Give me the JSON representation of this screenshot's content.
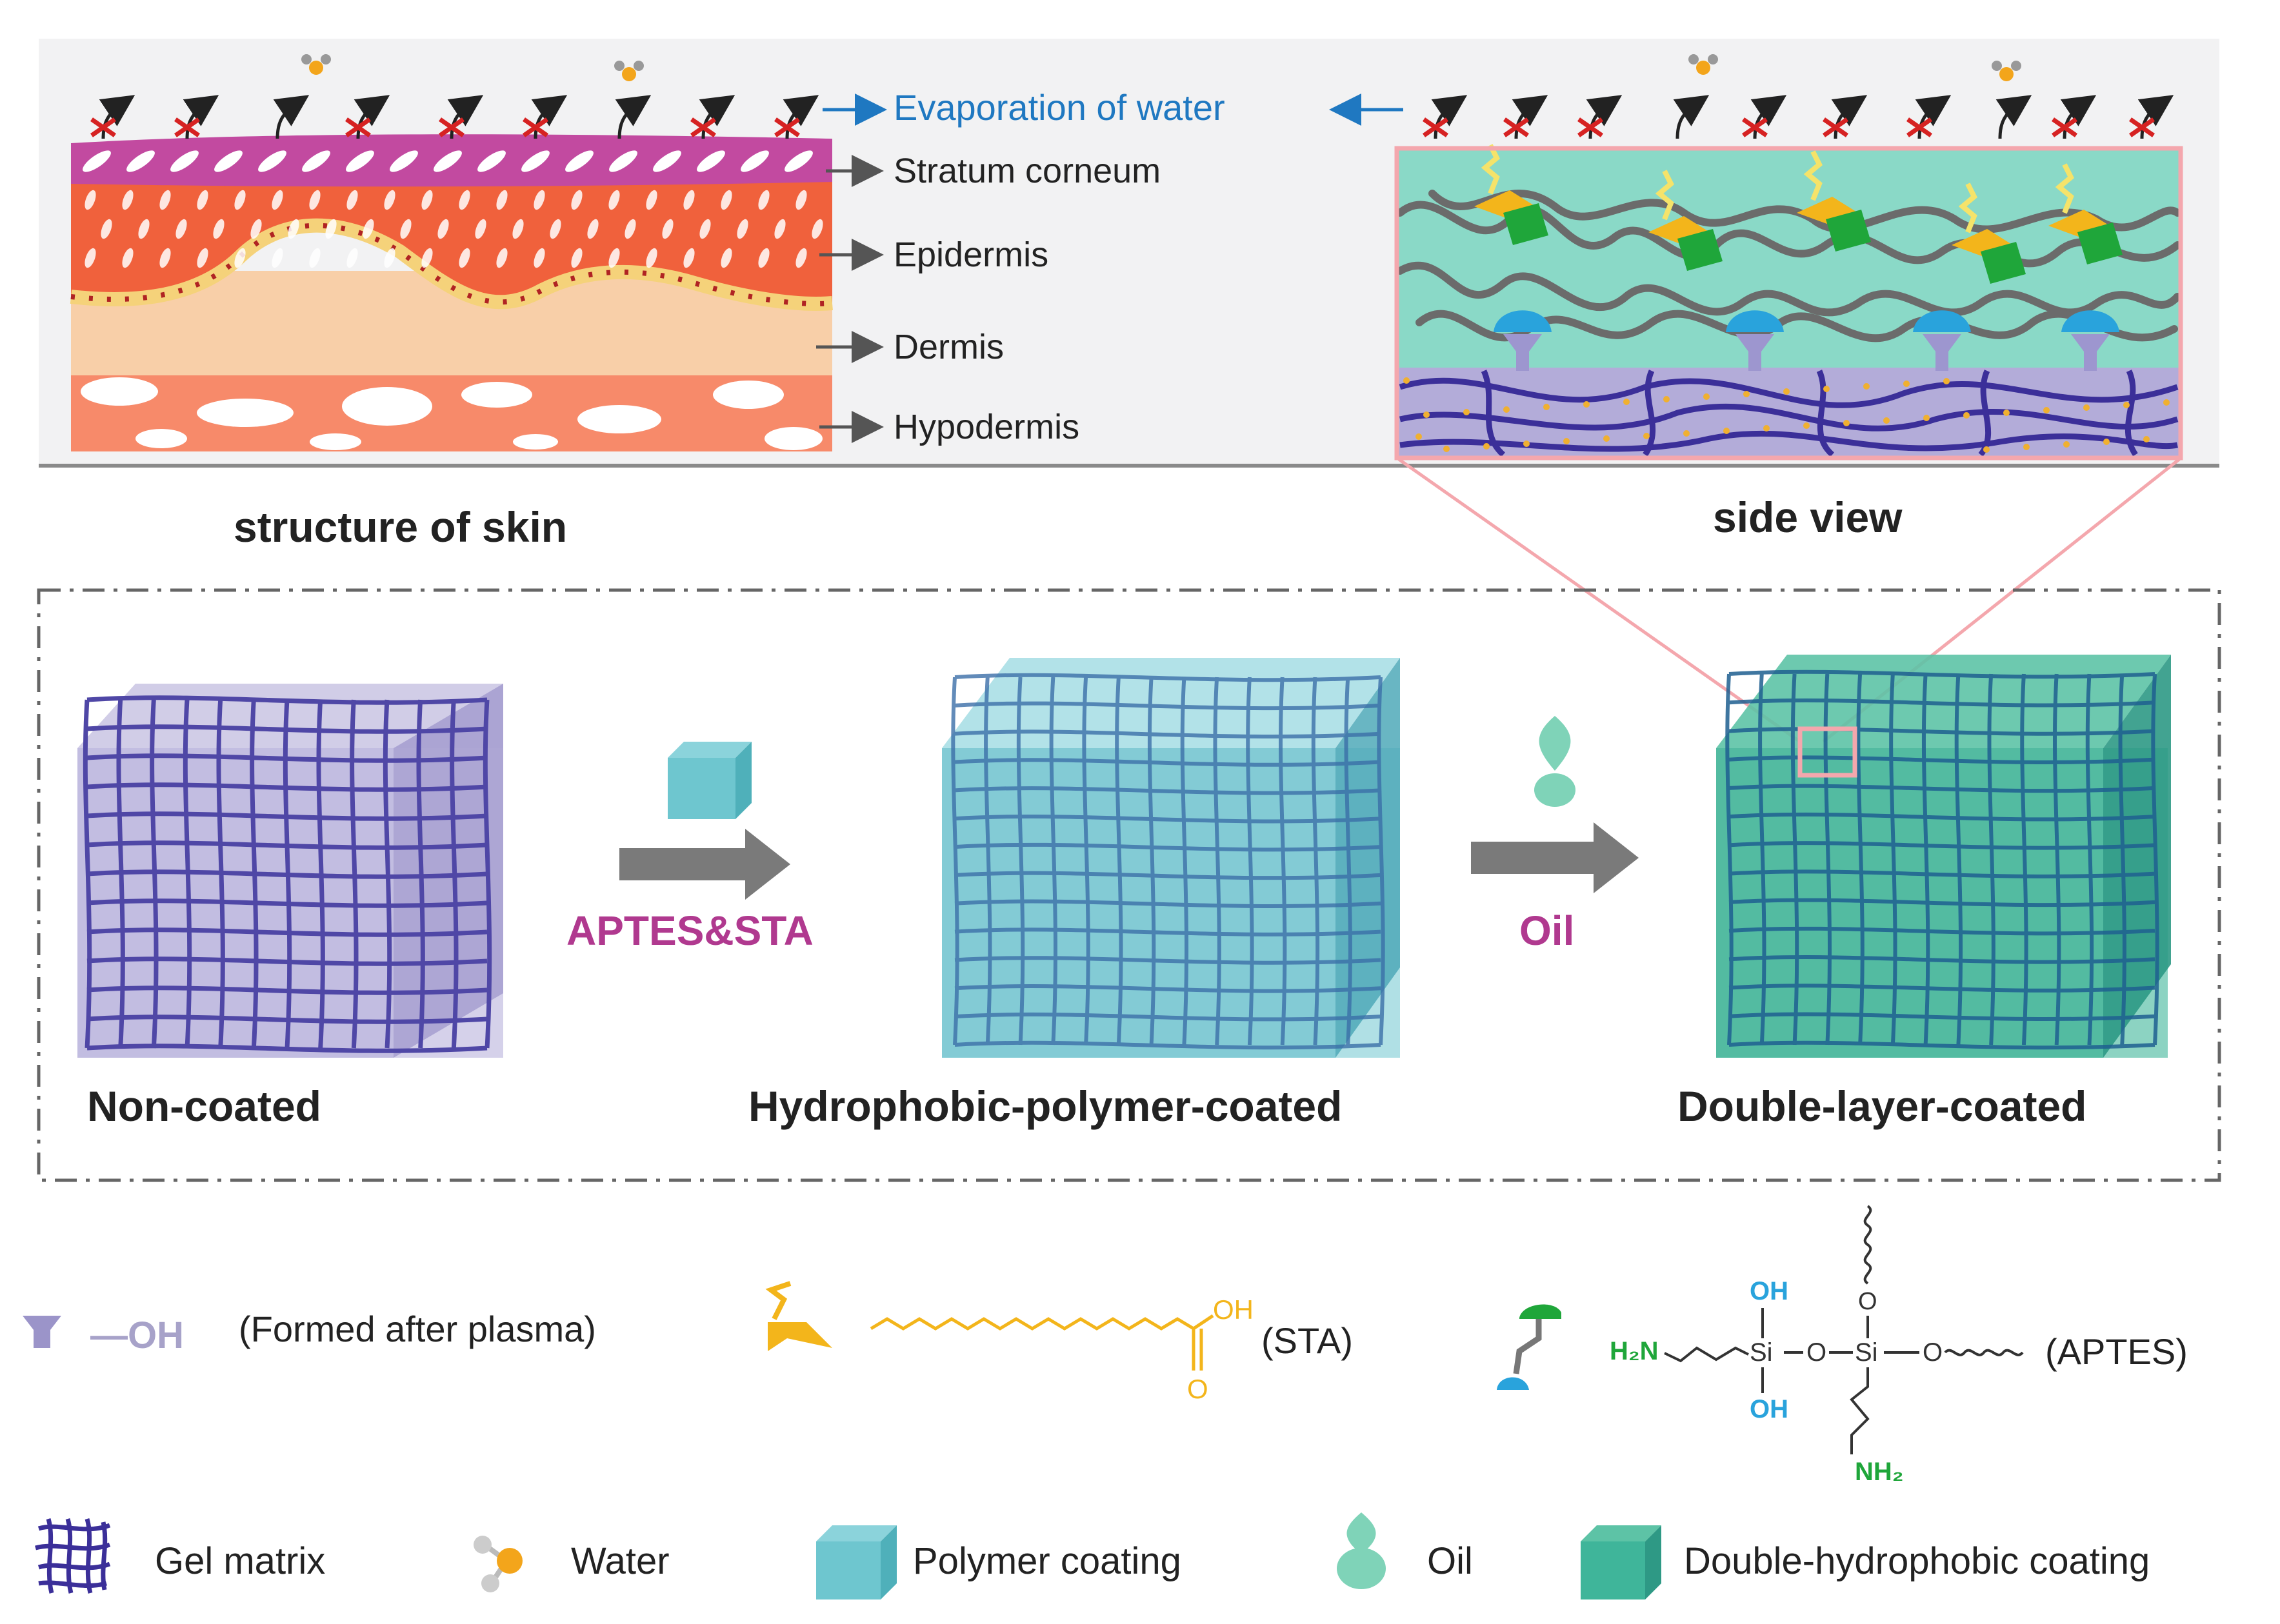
{
  "top_panel": {
    "evaporation_label": "Evaporation of water",
    "layers": [
      "Stratum corneum",
      "Epidermis",
      "Dermis",
      "Hypodermis"
    ],
    "left_caption": "structure of skin",
    "right_caption": "side view"
  },
  "process": {
    "stage1": "Non-coated",
    "step1": "APTES&STA",
    "stage2": "Hydrophobic-polymer-coated",
    "step2": "Oil",
    "stage3": "Double-layer-coated"
  },
  "chemistry": {
    "oh_symbol": "—OH",
    "oh_note": "(Formed after plasma)",
    "sta_oh": "OH",
    "sta_o": "O",
    "sta_name": "(STA)",
    "aptes_h2n": "H₂N",
    "aptes_nh2": "NH₂",
    "aptes_oh_top": "OH",
    "aptes_oh_bottom": "OH",
    "aptes_si1": "Si",
    "aptes_si2": "Si",
    "aptes_o1": "O",
    "aptes_o2": "O",
    "aptes_o3": "O",
    "aptes_name": "(APTES)"
  },
  "legend": {
    "gel_matrix": "Gel matrix",
    "water": "Water",
    "polymer_coating": "Polymer coating",
    "oil": "Oil",
    "double_coating": "Double-hydrophobic coating"
  },
  "colors": {
    "stratum": "#c24aa0",
    "epidermis": "#f0613c",
    "dermis": "#f8cfa8",
    "hypodermis": "#f78a6a",
    "gel": "#5a52a8",
    "polymer": "#6ec6cf",
    "double": "#3fb59a",
    "oil": "#7fd3b8",
    "step_label": "#b0398f",
    "evap_text": "#1f78c1",
    "sta_yellow": "#f3b51b",
    "aptes_green": "#1fa63a",
    "aptes_blue": "#29a3dc",
    "pink": "#f4a7ad"
  }
}
